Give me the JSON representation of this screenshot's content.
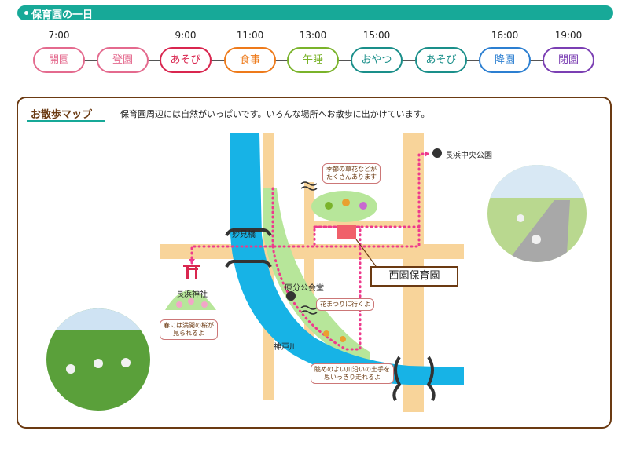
{
  "header": {
    "title": "保育園の一日"
  },
  "timeline": [
    {
      "time": "7:00",
      "label": "開園",
      "color": "#e46a8e"
    },
    {
      "time": "",
      "label": "登園",
      "color": "#e46a8e"
    },
    {
      "time": "9:00",
      "label": "あそび",
      "color": "#d9264f"
    },
    {
      "time": "11:00",
      "label": "食事",
      "color": "#ee7a1a"
    },
    {
      "time": "13:00",
      "label": "午睡",
      "color": "#7ab32a"
    },
    {
      "time": "15:00",
      "label": "おやつ",
      "color": "#1a8f8a"
    },
    {
      "time": "",
      "label": "あそび",
      "color": "#1a8f8a"
    },
    {
      "time": "16:00",
      "label": "降園",
      "color": "#2c7fd1"
    },
    {
      "time": "19:00",
      "label": "閉園",
      "color": "#7b3fb3"
    }
  ],
  "map": {
    "title": "お散歩マップ",
    "description": "保育園周辺には自然がいっぱいです。いろんな場所へお散歩に出かけています。",
    "labels": {
      "park": "長浜中央公園",
      "bridge": "妙見橋",
      "shrine": "長浜神社",
      "hall": "原分公会堂",
      "river": "神戸川",
      "nursery": "西園保育園"
    },
    "notes": {
      "flowers": [
        "季節の草花などが",
        "たくさんあります"
      ],
      "sakura": [
        "春には満開の桜が",
        "見られるよ"
      ],
      "festival": "花まつりに行くよ",
      "riverbank": [
        "眺めのよい川沿いの土手を",
        "思いっきり走れるよ"
      ]
    },
    "colors": {
      "road": "#f8d49a",
      "river": "#17b3e6",
      "green": "#b7e69a",
      "route": "#ee3a8c",
      "panel_border": "#6b3a12"
    }
  }
}
